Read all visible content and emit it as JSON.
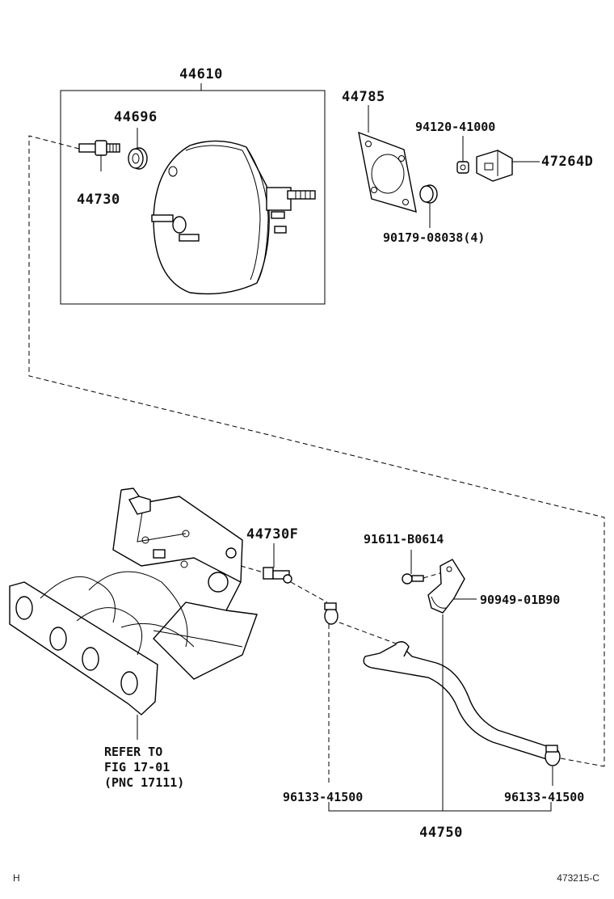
{
  "labels": {
    "booster_assembly": "44610",
    "grommet": "44696",
    "check_valve": "44730",
    "gasket": "44785",
    "nut": "94120-41000",
    "clip": "47264D",
    "nut_set": "90179-08038(4)",
    "union": "44730F",
    "bolt": "91611-B0614",
    "clamp": "90949-01B90",
    "hose_clip_left": "96133-41500",
    "hose_clip_right": "96133-41500",
    "vacuum_hose": "44750",
    "refer_line1": "REFER TO",
    "refer_line2": "FIG 17-01",
    "refer_line3": "(PNC 17111)"
  },
  "corner": {
    "left": "H",
    "right": "473215-C"
  }
}
